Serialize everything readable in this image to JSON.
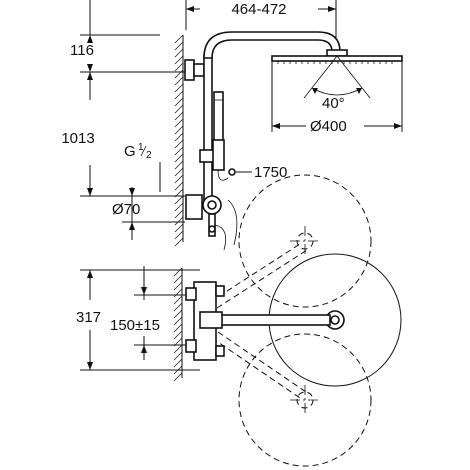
{
  "dimensions": {
    "arm_width": "464-472",
    "top_offset": "116",
    "column_height": "1013",
    "thread_main": "G",
    "thread_num": "1",
    "thread_den": "2",
    "outlet_diameter": "Ø70",
    "total_height": "1750",
    "spray_angle": "40°",
    "head_diameter": "Ø400",
    "mixer_height": "317",
    "inlet_spacing": "150±15"
  }
}
